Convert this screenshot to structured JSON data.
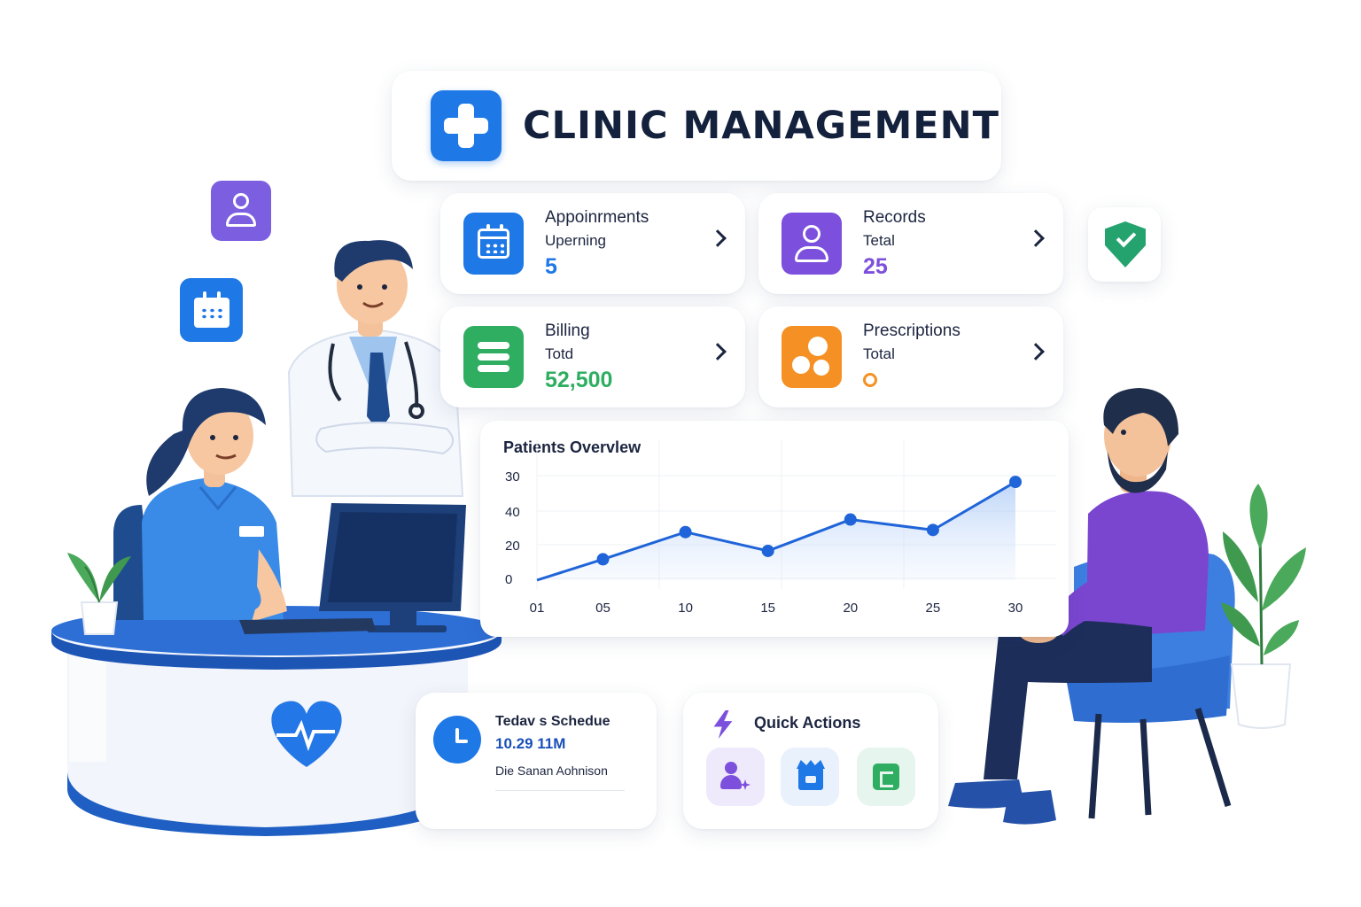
{
  "header": {
    "title": "CLINIC MANAGEMENT",
    "logo_icon": "medical-cross-icon"
  },
  "stats": {
    "appointments": {
      "title": "Appoinrments",
      "subtitle": "Uperning",
      "value": "5",
      "color": "#1e78e6",
      "icon": "calendar-icon"
    },
    "records": {
      "title": "Records",
      "subtitle": "Tetal",
      "value": "25",
      "color": "#7c4fdc",
      "icon": "user-icon"
    },
    "billing": {
      "title": "Billing",
      "subtitle": "Totd",
      "value": "52,500",
      "color": "#2fae62",
      "icon": "billing-list-icon"
    },
    "prescriptions": {
      "title": "Prescriptions",
      "subtitle": "Total",
      "value": "",
      "color": "#f59124",
      "icon": "pills-icon"
    }
  },
  "chart_data": {
    "type": "line",
    "title": "Patients Overvlew",
    "x_tick_labels": [
      "01",
      "05",
      "10",
      "15",
      "20",
      "25",
      "30"
    ],
    "y_tick_labels": [
      "30",
      "40",
      "20",
      "0"
    ],
    "x": [
      1,
      5,
      10,
      15,
      20,
      25,
      30
    ],
    "values": [
      0,
      10,
      23,
      14,
      29,
      24,
      47
    ],
    "xlim": [
      1,
      30
    ],
    "ylim": [
      0,
      50
    ],
    "grid": true,
    "fill": "area",
    "color": "#1f64d8"
  },
  "schedule": {
    "title": "Tedav s Schedue",
    "time": "10.29 11M",
    "name": "Die Sanan Aohnison",
    "icon": "clock-icon"
  },
  "quick_actions": {
    "title": "Quick Actions",
    "icon": "lightning-icon",
    "buttons": [
      {
        "icon": "add-patient-icon"
      },
      {
        "icon": "clinic-building-icon"
      },
      {
        "icon": "document-icon"
      }
    ]
  },
  "floating": {
    "shield": "shield-check-icon",
    "profile": "user-icon",
    "calendar": "calendar-icon"
  }
}
